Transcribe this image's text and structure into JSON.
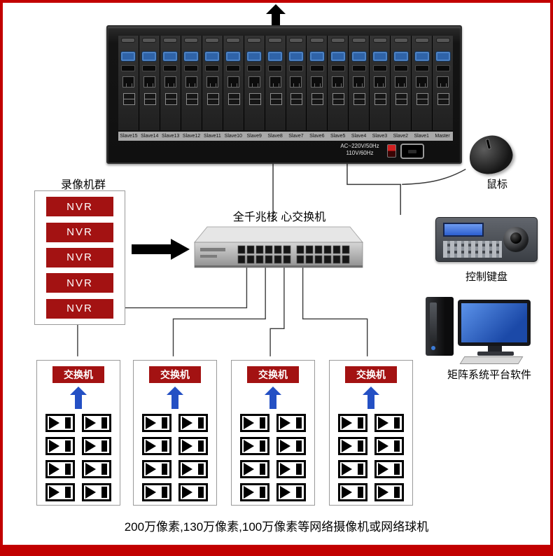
{
  "colors": {
    "frame_red": "#c20000",
    "label_red": "#a31212",
    "arrow_blue": "#2450c4"
  },
  "rack": {
    "slot_labels": [
      "Slave15",
      "Slave14",
      "Slave13",
      "Slave12",
      "Slave11",
      "Slave10",
      "Slave9",
      "Slave8",
      "Slave7",
      "Slave6",
      "Slave5",
      "Slave4",
      "Slave3",
      "Slave2",
      "Slave1",
      "Master"
    ],
    "power": {
      "line1": "AC~220V/50Hz",
      "line2": "110V/60Hz"
    }
  },
  "nvr_group": {
    "title": "录像机群",
    "items": [
      "NVR",
      "NVR",
      "NVR",
      "NVR",
      "NVR"
    ]
  },
  "core_switch": {
    "label": "全千兆核 心交换机"
  },
  "peripherals": {
    "mouse": "鼠标",
    "keyboard": "控制键盘",
    "software": "矩阵系统平台软件"
  },
  "edge_groups": [
    {
      "label": "交换机",
      "camera_count": 8
    },
    {
      "label": "交换机",
      "camera_count": 8
    },
    {
      "label": "交换机",
      "camera_count": 8
    },
    {
      "label": "交换机",
      "camera_count": 8
    }
  ],
  "footer": {
    "caption": "200万像素,130万像素,100万像素等网络摄像机或网络球机"
  }
}
